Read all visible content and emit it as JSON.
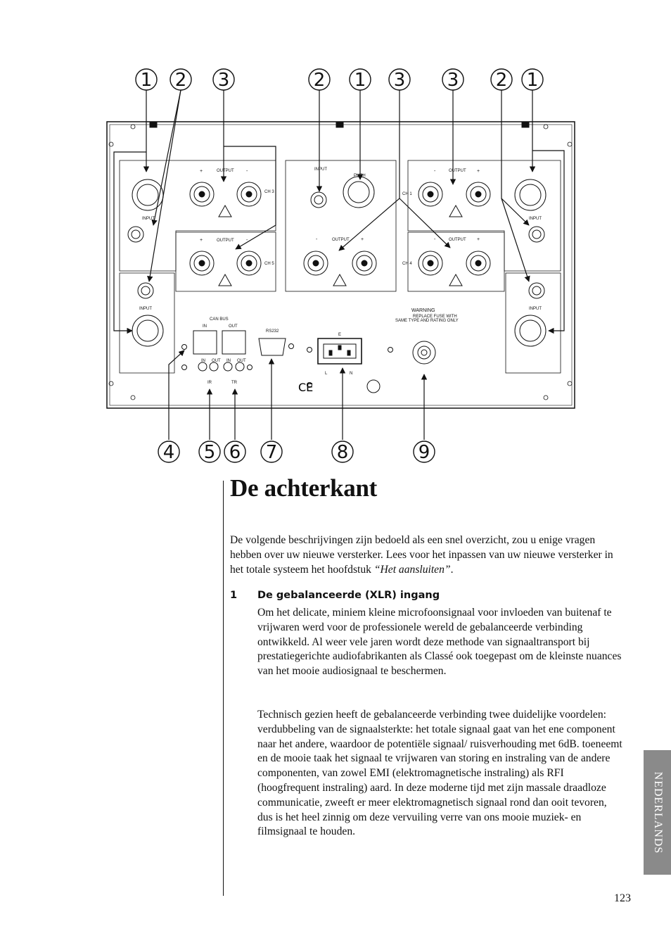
{
  "diagram": {
    "top_callouts": [
      "1",
      "2",
      "3",
      "2",
      "1",
      "3",
      "3",
      "2",
      "1"
    ],
    "bottom_callouts": [
      "4",
      "5",
      "6",
      "7",
      "8",
      "9"
    ],
    "labels": {
      "output": "OUTPUT",
      "input": "INPUT",
      "plus": "+",
      "minus": "-",
      "ch3": "CH 3",
      "ch5": "CH 5",
      "ch1": "CH 1",
      "ch4": "CH 4",
      "push": "PUSH",
      "can_bus": "CAN BUS",
      "in": "IN",
      "out": "OUT",
      "rs232": "RS232",
      "ir": "IR",
      "tr": "TR",
      "warning": "WARNING",
      "warning_line1": "REPLACE FUSE WITH",
      "warning_line2": "SAME TYPE AND RATING ONLY",
      "ce": "CE",
      "e": "E",
      "l": "L",
      "n": "N"
    }
  },
  "page": {
    "title": "De achterkant",
    "intro_part1": "De volgende beschrijvingen zijn bedoeld als een snel overzicht, zou u enige vragen hebben over uw nieuwe versterker. Lees voor het inpassen van uw nieuwe versterker in het totale systeem het hoofdstuk ",
    "intro_ref": "“Het aansluiten”",
    "intro_end": ".",
    "section1_number": "1",
    "section1_heading": "De gebalanceerde (XLR) ingang",
    "section1_p1": "Om het delicate, miniem kleine microfoonsignaal voor invloeden van buitenaf te vrijwaren werd voor de professionele wereld de gebalanceerde verbinding ontwikkeld. Al weer vele jaren wordt deze methode van signaaltransport bij prestatiegerichte audiofabrikanten als Classé ook toegepast om de kleinste nuances van het mooie audiosignaal te beschermen.",
    "section1_p2": "Technisch gezien heeft de gebalanceerde verbinding twee duidelijke voordelen: verdubbeling van de signaalsterkte: het totale signaal gaat van het ene component naar het andere, waardoor de potentiële signaal/ ruisverhouding met 6dB. toeneemt en de mooie taak het signaal te vrijwaren van storing en instraling van de andere componenten, van zowel EMI (elektromagnetische instraling) als RFI (hoogfrequent instraling) aard. In deze moderne tijd met zijn massale draadloze communicatie, zweeft er meer elektromagnetisch signaal rond dan ooit tevoren, dus is het heel zinnig om deze vervuiling verre van ons mooie muziek- en filmsignaal te houden.",
    "language_tab": "NEDERLANDS",
    "page_number": "123"
  }
}
